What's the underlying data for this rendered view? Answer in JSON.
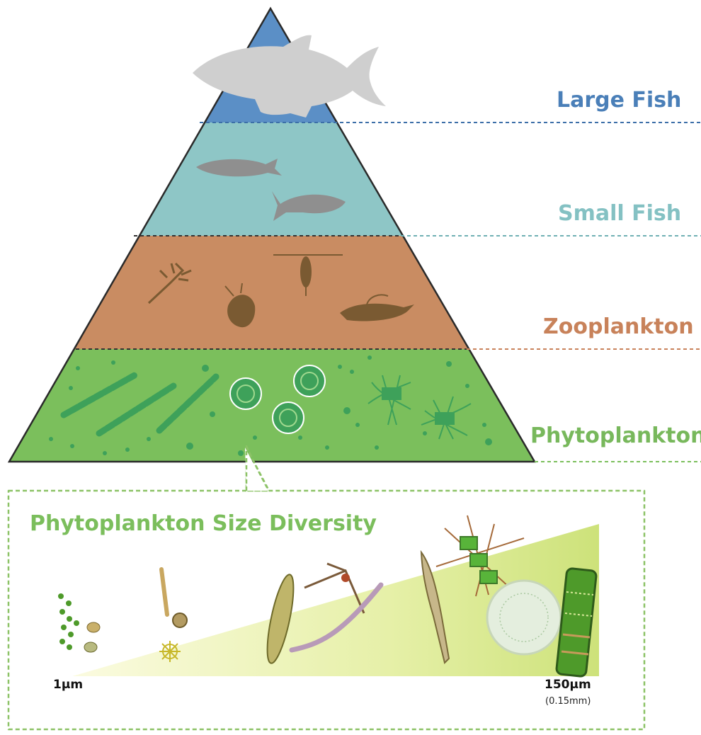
{
  "pyramid": {
    "levels": [
      {
        "label": "Large Fish",
        "color": "#5b8fc6",
        "text_color": "#4a7fb8"
      },
      {
        "label": "Small Fish",
        "color": "#8ec6c6",
        "text_color": "#84c1c3"
      },
      {
        "label": "Zooplankton",
        "color": "#c98c62",
        "text_color": "#c8825a"
      },
      {
        "label": "Phytoplankton",
        "color": "#7bbf5c",
        "text_color": "#78b85c"
      }
    ]
  },
  "inset": {
    "title": "Phytoplankton Size Diversity",
    "min_size": "1μm",
    "max_size": "150μm",
    "max_size_note": "(0.15mm)",
    "border_color": "#8cc266"
  }
}
